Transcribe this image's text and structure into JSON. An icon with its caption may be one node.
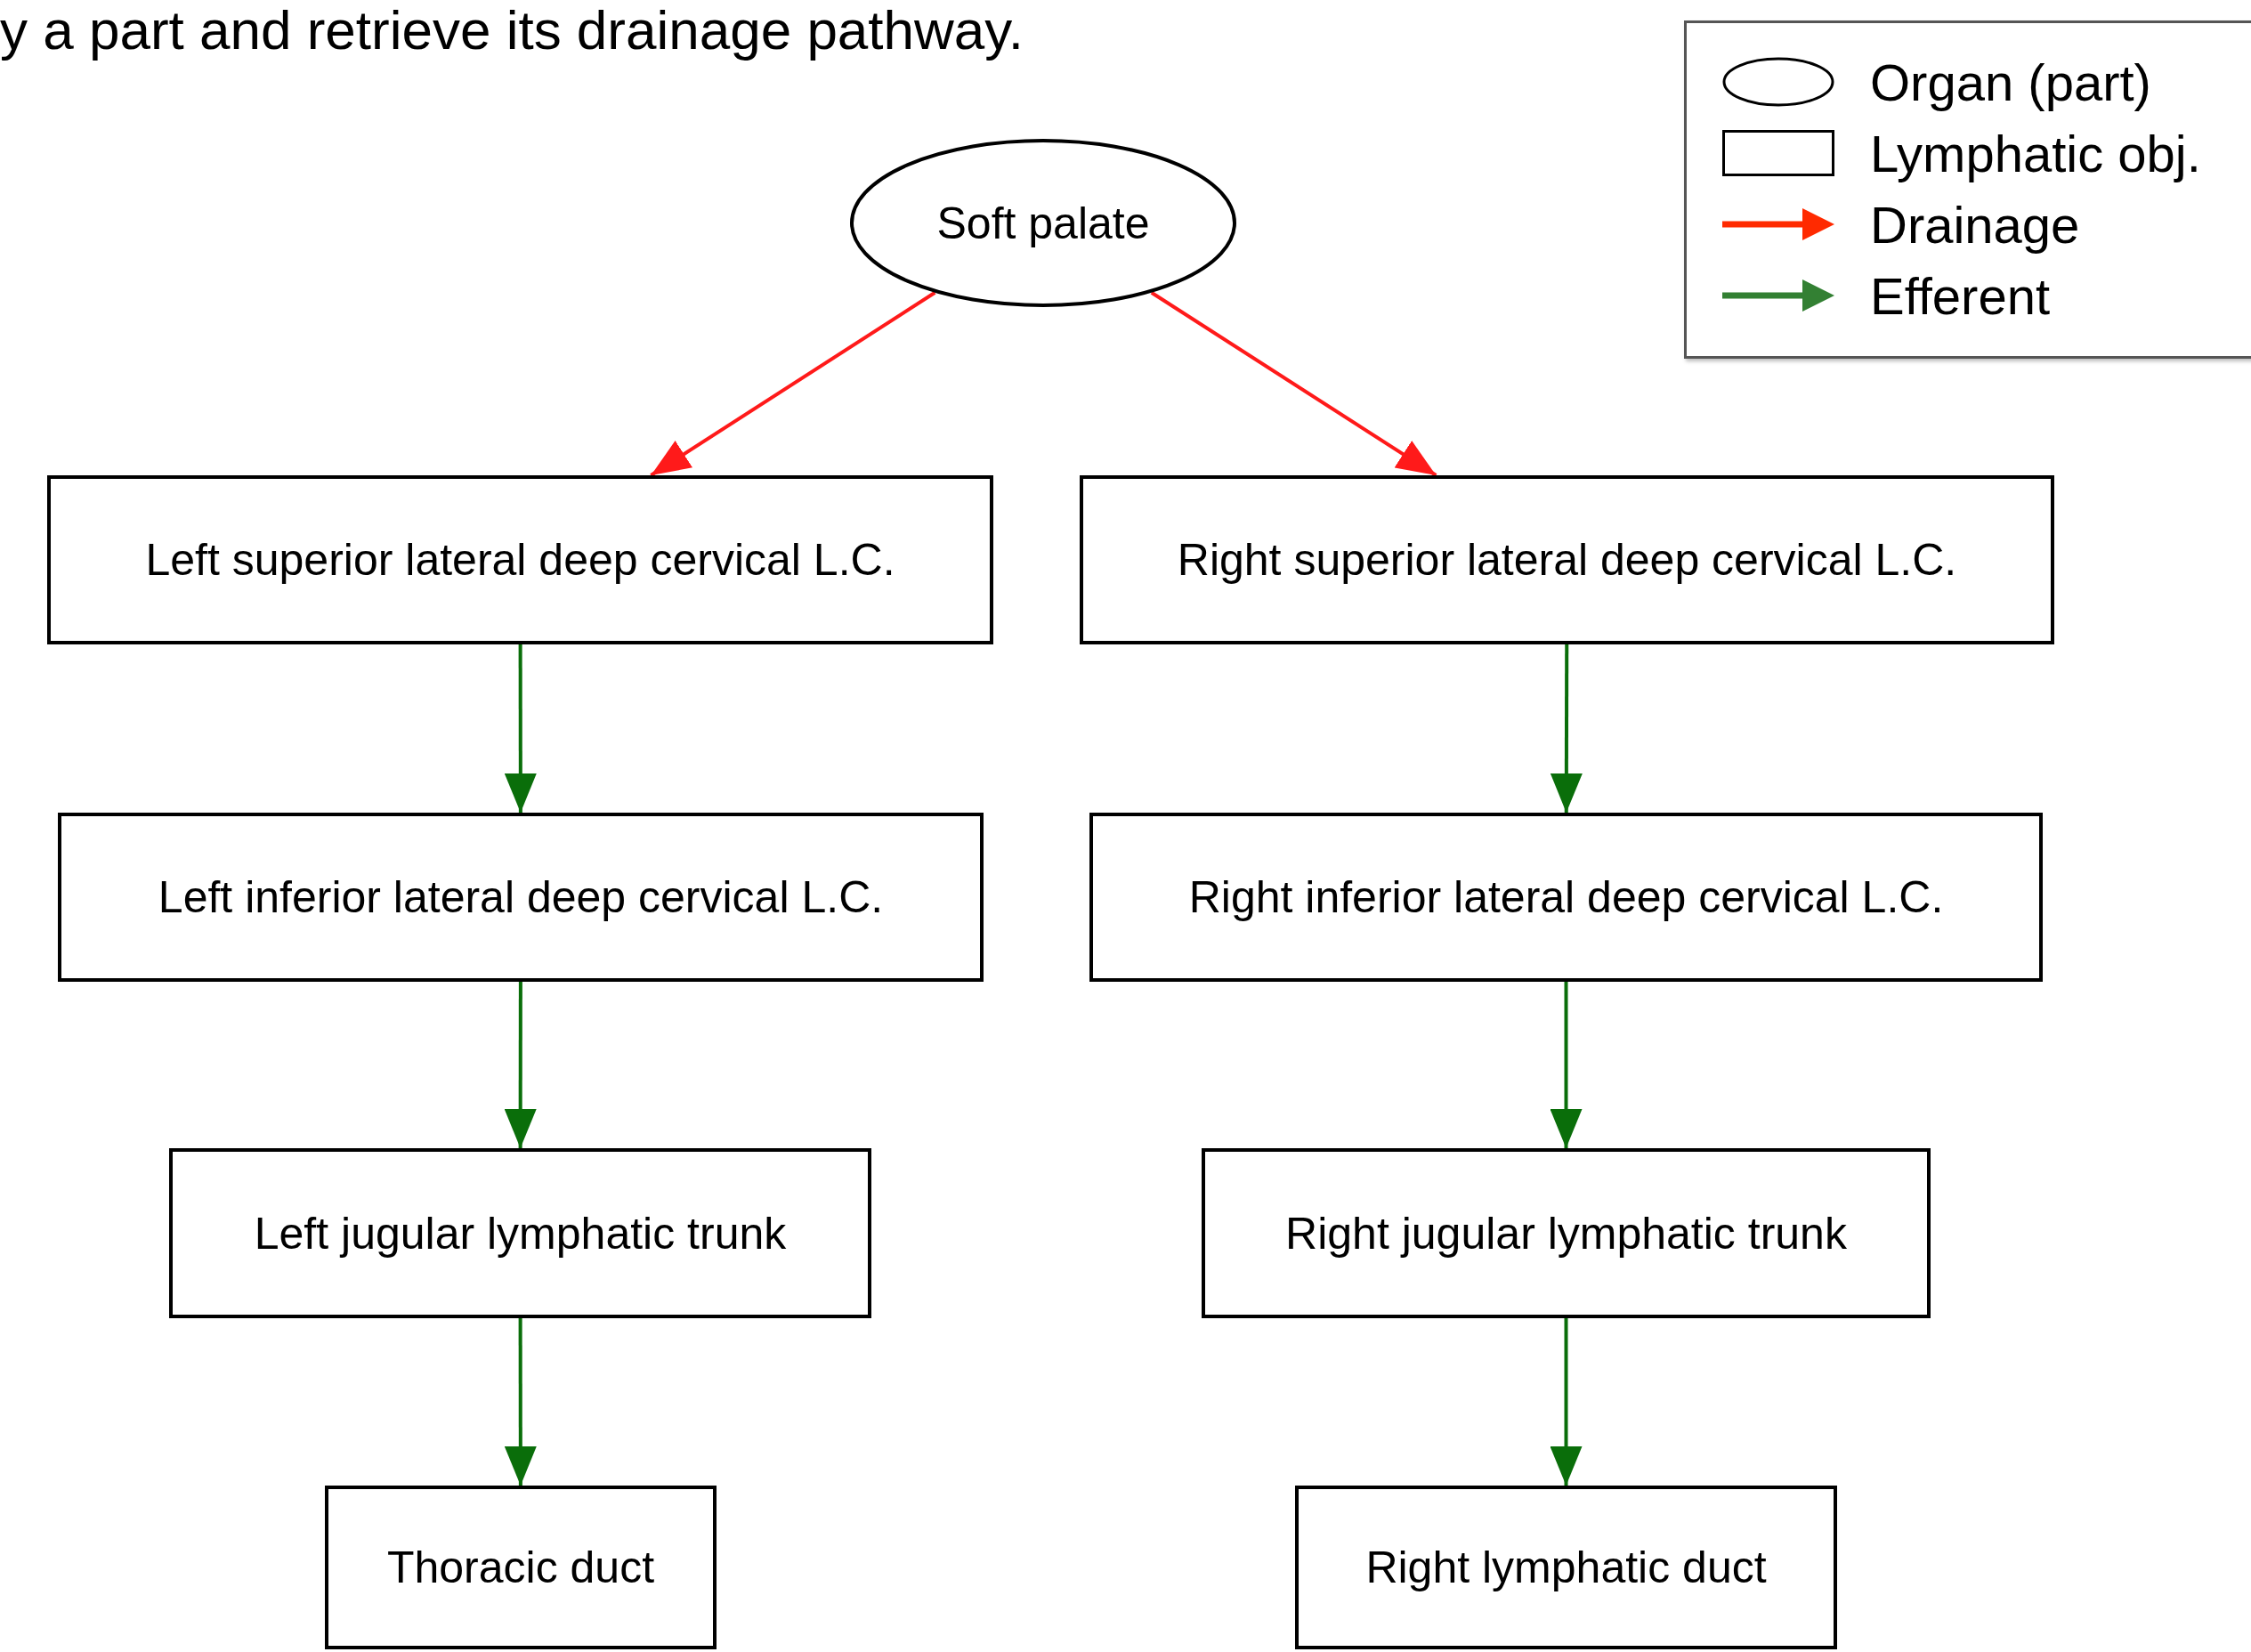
{
  "diagram": {
    "nodes": [
      {
        "text": [
          "Soft palate"
        ]
      },
      {
        "text": [
          "Left superior lateral deep cervical L.C."
        ]
      },
      {
        "text": [
          "Right superior lateral deep cervical L.C."
        ]
      },
      {
        "text": [
          "Left inferior lateral deep cervical L.C."
        ]
      },
      {
        "text": [
          "Right inferior lateral deep cervical L.C."
        ]
      },
      {
        "text": [
          "Left jugular lymphatic trunk"
        ]
      },
      {
        "text": [
          "Right jugular lymphatic trunk"
        ]
      },
      {
        "text": [
          "Thoracic duct"
        ]
      },
      {
        "text": [
          "Right lymphatic duct"
        ]
      }
    ],
    "edges": [
      {
        "from": 0,
        "to": 1,
        "arrow": "to",
        "color": "#ff1a1a"
      },
      {
        "from": 0,
        "to": 2,
        "arrow": "to",
        "color": "#ff1a1a"
      },
      {
        "from": 1,
        "to": 3,
        "arrow": "to"
      },
      {
        "from": 2,
        "to": 4,
        "arrow": "to"
      },
      {
        "from": 3,
        "to": 5,
        "arrow": "to"
      },
      {
        "from": 4,
        "to": 6,
        "arrow": "to"
      },
      {
        "from": 5,
        "to": 7,
        "arrow": "to"
      },
      {
        "from": 6,
        "to": 8,
        "arrow": "to"
      }
    ],
    "labels": [
      "y a part and retrieve its drainage pathway."
    ],
    "legend": [
      {
        "text": "Organ (part)"
      },
      {
        "text": "Lymphatic obj."
      },
      {
        "text": "Drainage"
      },
      {
        "text": "Efferent"
      }
    ]
  }
}
